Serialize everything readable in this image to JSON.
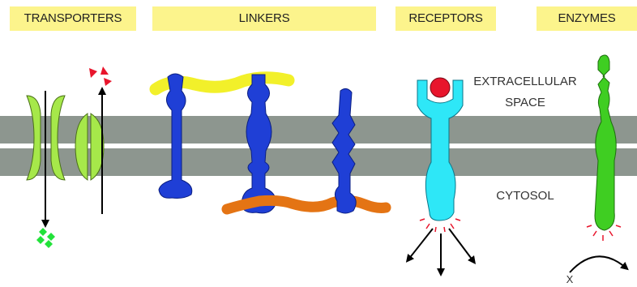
{
  "headers": {
    "transporters": "TRANSPORTERS",
    "linkers": "LINKERS",
    "receptors": "RECEPTORS",
    "enzymes": "ENZYMES"
  },
  "labels": {
    "extracellular_1": "EXTRACELLULAR",
    "extracellular_2": "SPACE",
    "cytosol": "CYTOSOL",
    "x": "X"
  },
  "colors": {
    "header_bg": "#fcf48c",
    "membrane": "#8d968f",
    "transporter": "#a6e84a",
    "linker_protein": "#1f3fd6",
    "linker_yellow": "#f2f02a",
    "linker_orange": "#e47414",
    "receptor": "#2ee7f7",
    "ligand": "#e8152c",
    "enzyme": "#3fce22",
    "transported_red": "#e8152c",
    "transported_green": "#22e23a"
  }
}
